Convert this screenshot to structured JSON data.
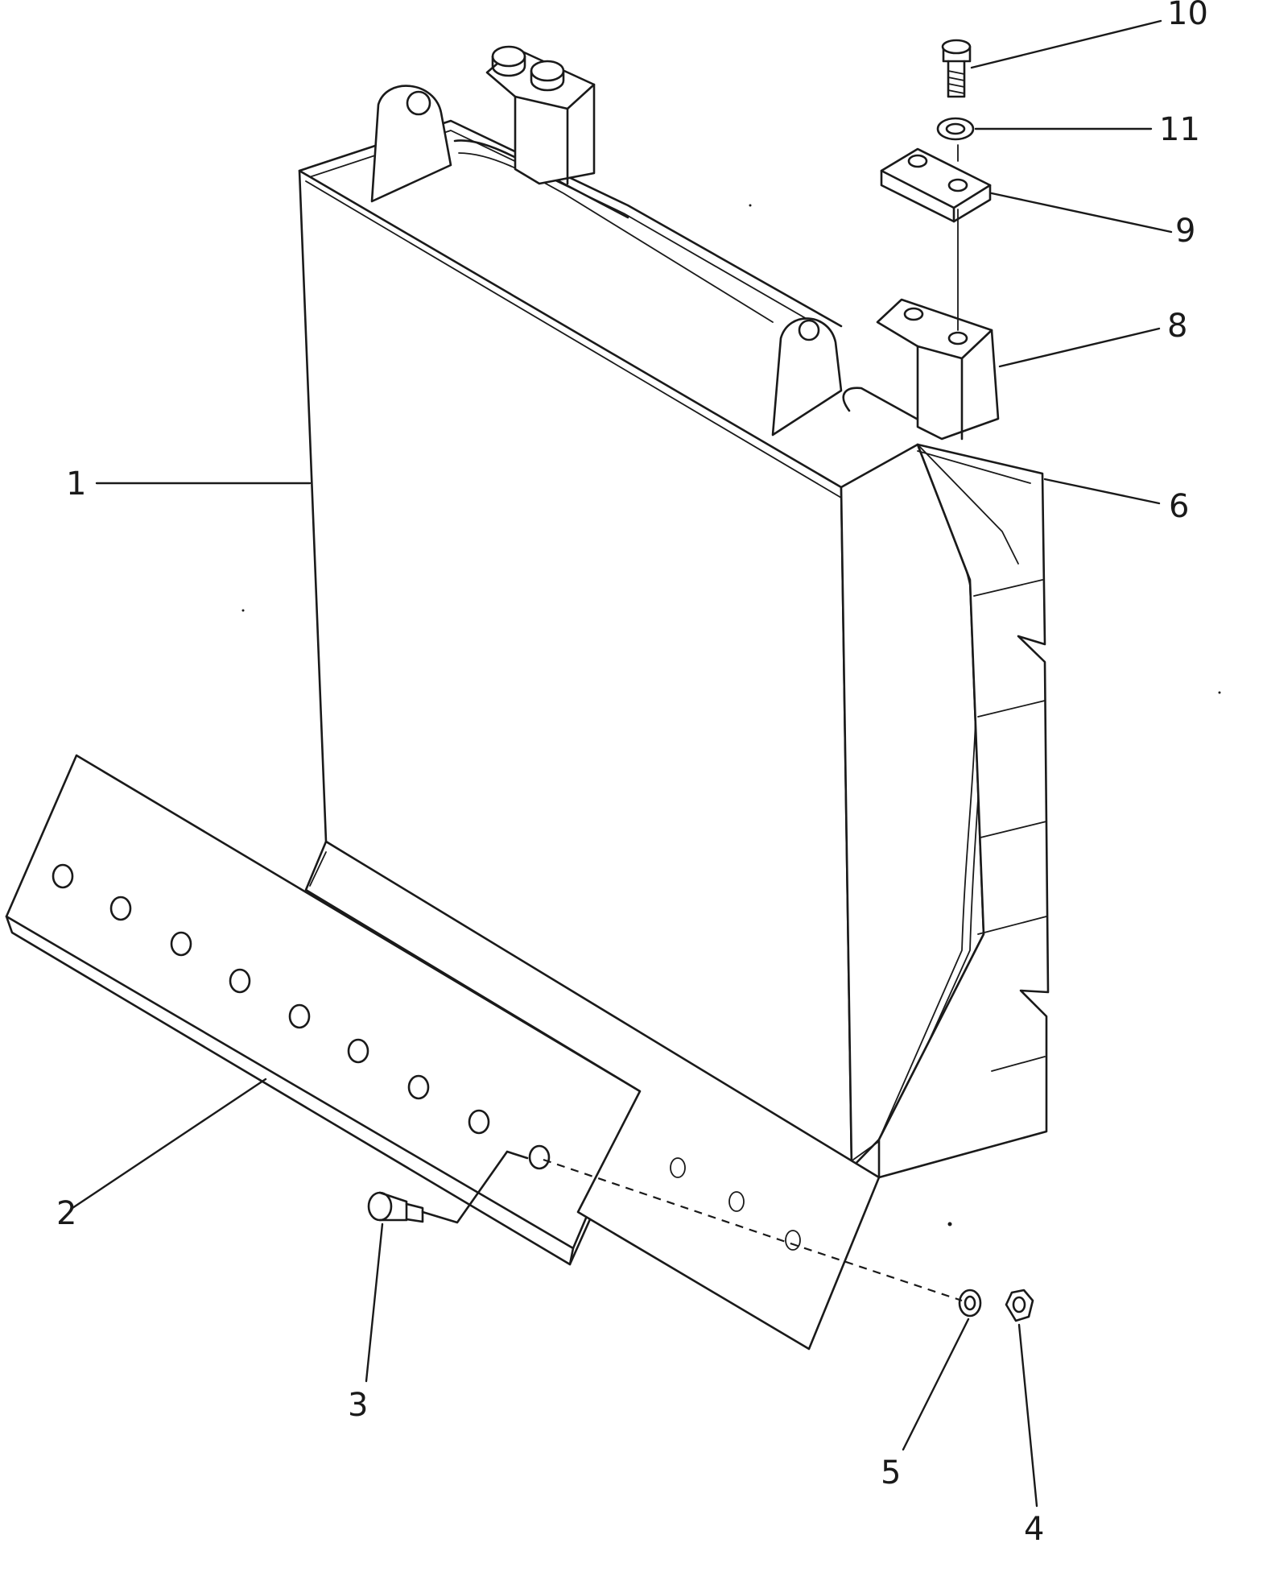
{
  "diagram": {
    "callouts": [
      {
        "id": "c1",
        "label": "1"
      },
      {
        "id": "c2",
        "label": "2"
      },
      {
        "id": "c3",
        "label": "3"
      },
      {
        "id": "c4",
        "label": "4"
      },
      {
        "id": "c5",
        "label": "5"
      },
      {
        "id": "c6",
        "label": "6"
      },
      {
        "id": "c8",
        "label": "8"
      },
      {
        "id": "c9",
        "label": "9"
      },
      {
        "id": "c10",
        "label": "10"
      },
      {
        "id": "c11",
        "label": "11"
      }
    ]
  }
}
